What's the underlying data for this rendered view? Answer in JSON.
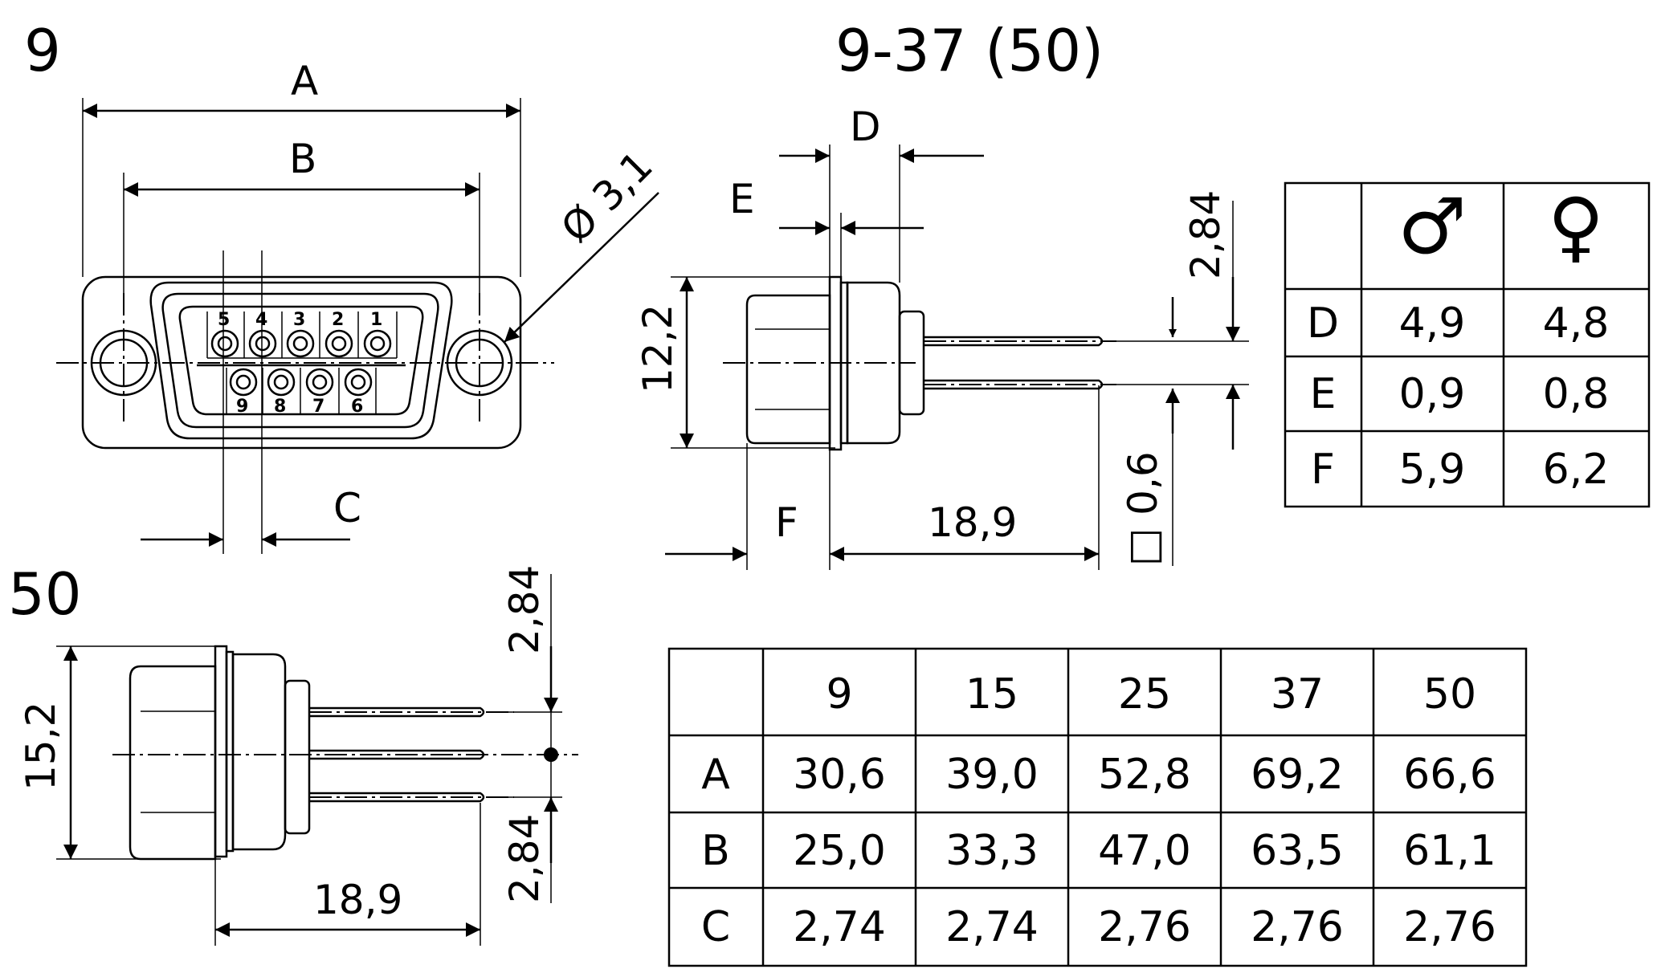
{
  "labels": {
    "view_9": "9",
    "view_9_37": "9-37 (50)",
    "view_50": "50",
    "dim_a": "A",
    "dim_b": "B",
    "dim_c": "C",
    "dim_d": "D",
    "dim_e": "E",
    "dim_f": "F",
    "hole_diameter": "Ø 3,1",
    "height_9_37": "12,2",
    "height_50": "15,2",
    "length_9_37": "18,9",
    "length_50": "18,9",
    "pitch_9_37": "2,84",
    "pitch_50_top": "2,84",
    "pitch_50_bottom": "2,84",
    "pin_square": "□ 0,6"
  },
  "pins_top": [
    "5",
    "4",
    "3",
    "2",
    "1"
  ],
  "pins_bottom": [
    "9",
    "8",
    "7",
    "6"
  ],
  "gender_table": {
    "headers": [
      "",
      "♂",
      "♀"
    ],
    "rows": [
      {
        "label": "D",
        "male": "4,9",
        "female": "4,8"
      },
      {
        "label": "E",
        "male": "0,9",
        "female": "0,8"
      },
      {
        "label": "F",
        "male": "5,9",
        "female": "6,2"
      }
    ]
  },
  "size_table": {
    "headers": [
      "",
      "9",
      "15",
      "25",
      "37",
      "50"
    ],
    "rows": [
      {
        "label": "A",
        "values": [
          "30,6",
          "39,0",
          "52,8",
          "69,2",
          "66,6"
        ]
      },
      {
        "label": "B",
        "values": [
          "25,0",
          "33,3",
          "47,0",
          "63,5",
          "61,1"
        ]
      },
      {
        "label": "C",
        "values": [
          "2,74",
          "2,74",
          "2,76",
          "2,76",
          "2,76"
        ]
      }
    ]
  }
}
